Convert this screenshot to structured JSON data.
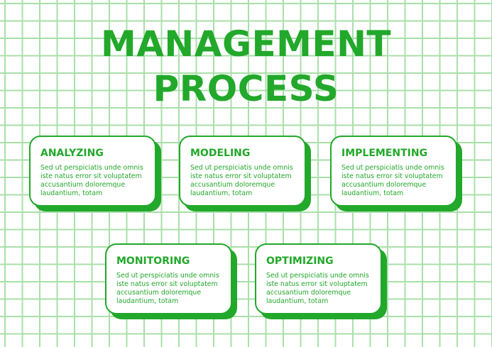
{
  "title": {
    "line1": "MANAGEMENT",
    "line2": "PROCESS"
  },
  "colors": {
    "accent": "#22a82a",
    "grid": "#a9dfa9",
    "background": "#ffffff"
  },
  "cards": [
    {
      "title": "ANALYZING",
      "body": [
        "Sed ut perspiciatis unde omnis",
        "iste natus error sit voluptatem",
        "accusantium doloremque",
        "laudantium, totam"
      ]
    },
    {
      "title": "MODELING",
      "body": [
        "Sed ut perspiciatis unde omnis",
        "iste natus error sit voluptatem",
        "accusantium doloremque",
        "laudantium, totam"
      ]
    },
    {
      "title": "IMPLEMENTING",
      "body": [
        "Sed ut perspiciatis unde omnis",
        "iste natus error sit voluptatem",
        "accusantium doloremque",
        "laudantium, totam"
      ]
    },
    {
      "title": "MONITORING",
      "body": [
        "Sed ut perspiciatis unde omnis",
        "iste natus error sit voluptatem",
        "accusantium doloremque",
        "laudantium, totam"
      ]
    },
    {
      "title": "OPTIMIZING",
      "body": [
        "Sed ut perspiciatis unde omnis",
        "iste natus error sit voluptatem",
        "accusantium doloremque",
        "laudantium, totam"
      ]
    }
  ]
}
